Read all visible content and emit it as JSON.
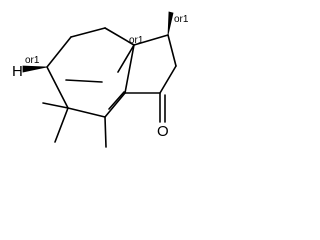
{
  "structure": {
    "atoms": {
      "hydrogen": "H",
      "oxygen": "O"
    },
    "stereo_labels": {
      "c1": "or1",
      "c3a": "or1",
      "c6": "or1"
    }
  }
}
